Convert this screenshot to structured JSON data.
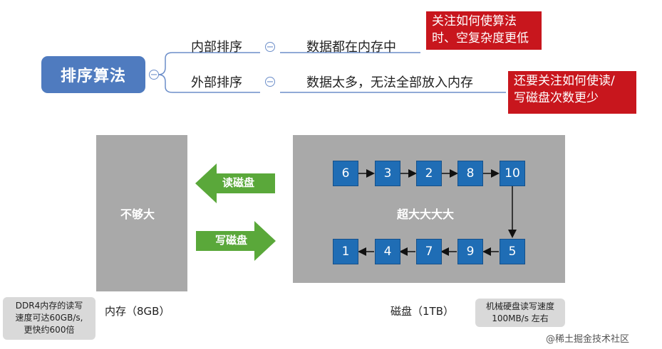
{
  "root": {
    "label": "排序算法"
  },
  "branches": [
    {
      "label": "内部排序",
      "leaf": "数据都在内存中"
    },
    {
      "label": "外部排序",
      "leaf": "数据太多，无法全部放入内存"
    }
  ],
  "notes": {
    "internal_red": [
      "关注如何使算法",
      "时、空复杂度更低"
    ],
    "external_red": [
      "还要关注如何使读/",
      "写磁盘次数更少"
    ]
  },
  "memory": {
    "label": "不够大",
    "caption": "内存（8GB）"
  },
  "disk": {
    "label": "超大大大大",
    "caption": "磁盘（1TB）"
  },
  "arrows": {
    "read": "读磁盘",
    "write": "写磁盘"
  },
  "disk_blocks": {
    "top_row": [
      "6",
      "3",
      "2",
      "8",
      "10"
    ],
    "bottom_row": [
      "1",
      "4",
      "7",
      "9",
      "5"
    ]
  },
  "bubbles": {
    "memory_speed": [
      "DDR4内存的读写",
      "速度可达60GB/s,",
      "更快约600倍"
    ],
    "disk_speed": [
      "机械硬盘读写速度",
      "100MB/s 左右"
    ]
  },
  "watermark": "@稀土掘金技术社区",
  "colors": {
    "root_blue": "#4f7bbf",
    "note_red": "#c8161d",
    "block_blue": "#1f6db5",
    "arrow_green": "#5aa83a",
    "box_gray": "#a9a9a9"
  }
}
